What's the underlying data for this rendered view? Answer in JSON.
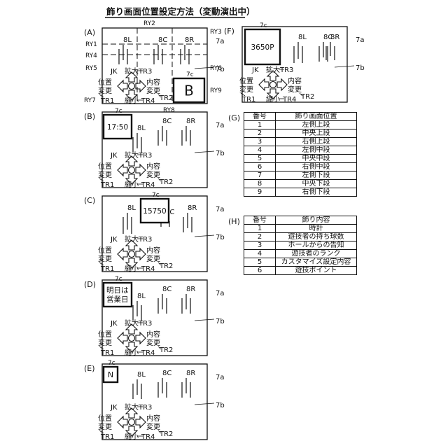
{
  "title": "飾り画面位置設定方法（変動演出中）",
  "ref": {
    "c7": "7c",
    "a7": "7a",
    "b7": "7b",
    "L": "8L",
    "C": "8C",
    "R": "8R",
    "JK": "JK",
    "TR1": "TR1",
    "TR2": "TR2",
    "TR3": "TR3",
    "TR4": "TR4",
    "expand": "拡大",
    "shrink": "縮小",
    "pos1": "位置",
    "pos2": "変更",
    "content1": "内容",
    "content2": "変更"
  },
  "regions": {
    "RY1": "RY1",
    "RY2": "RY2",
    "RY3": "RY3",
    "RY4": "RY4",
    "RY5": "RY5",
    "RY6": "RY6",
    "RY7": "RY7",
    "RY8": "RY8",
    "RY9": "RY9"
  },
  "panels": [
    {
      "label": "(A)",
      "box_text": "B"
    },
    {
      "label": "(B)",
      "box_text": "17:50"
    },
    {
      "label": "(C)",
      "box_text": "15750"
    },
    {
      "label": "(D)",
      "box_text": [
        "明日は",
        "営業日"
      ]
    },
    {
      "label": "(E)",
      "box_text": "N"
    },
    {
      "label": "(F)",
      "box_text": "3650P"
    }
  ],
  "table_g": {
    "label": "(G)",
    "headers": [
      "番号",
      "飾り画面位置"
    ],
    "rows": [
      [
        "1",
        "左側上段"
      ],
      [
        "2",
        "中央上段"
      ],
      [
        "3",
        "右側上段"
      ],
      [
        "4",
        "左側中段"
      ],
      [
        "5",
        "中央中段"
      ],
      [
        "6",
        "右側中段"
      ],
      [
        "7",
        "左側下段"
      ],
      [
        "8",
        "中央下段"
      ],
      [
        "9",
        "右側下段"
      ]
    ]
  },
  "table_h": {
    "label": "(H)",
    "headers": [
      "番号",
      "飾り内容"
    ],
    "rows": [
      [
        "1",
        "時計"
      ],
      [
        "2",
        "遊技者の持ち球数"
      ],
      [
        "3",
        "ホールからの告知"
      ],
      [
        "4",
        "遊技者のランク"
      ],
      [
        "5",
        "カスタマイズ設定内容"
      ],
      [
        "6",
        "遊技ポイント"
      ]
    ]
  }
}
